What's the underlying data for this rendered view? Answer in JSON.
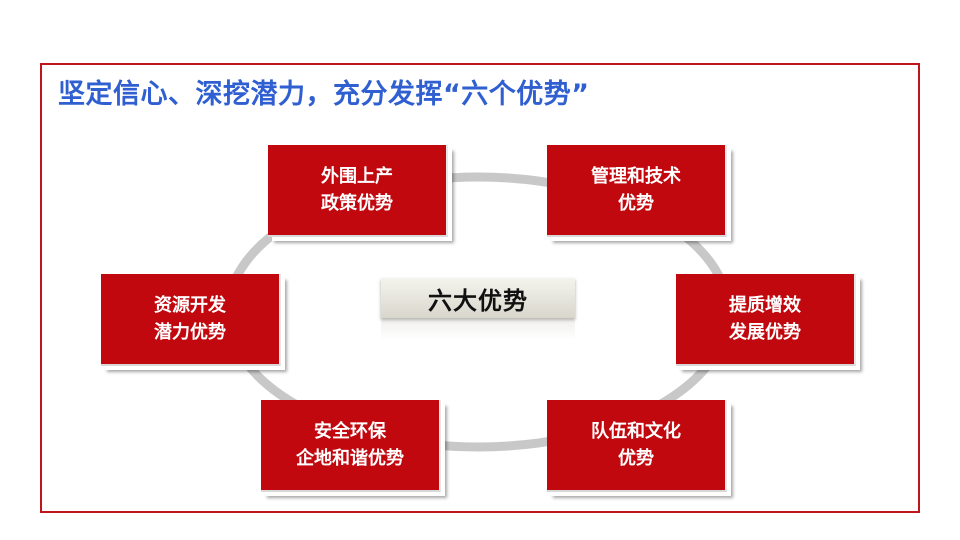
{
  "title": "坚定信心、深挖潜力，充分发挥“六个优势”",
  "center_label": "六大优势",
  "advantages": [
    {
      "line1": "外围上产",
      "line2": "政策优势"
    },
    {
      "line1": "管理和技术",
      "line2": "优势"
    },
    {
      "line1": "资源开发",
      "line2": "潜力优势"
    },
    {
      "line1": "提质增效",
      "line2": "发展优势"
    },
    {
      "line1": "安全环保",
      "line2": "企地和谐优势"
    },
    {
      "line1": "队伍和文化",
      "line2": "优势"
    }
  ],
  "colors": {
    "frame": "#c0151b",
    "title": "#2f5fd0",
    "box": "#c0080e",
    "ring": "#c8c8c8"
  }
}
